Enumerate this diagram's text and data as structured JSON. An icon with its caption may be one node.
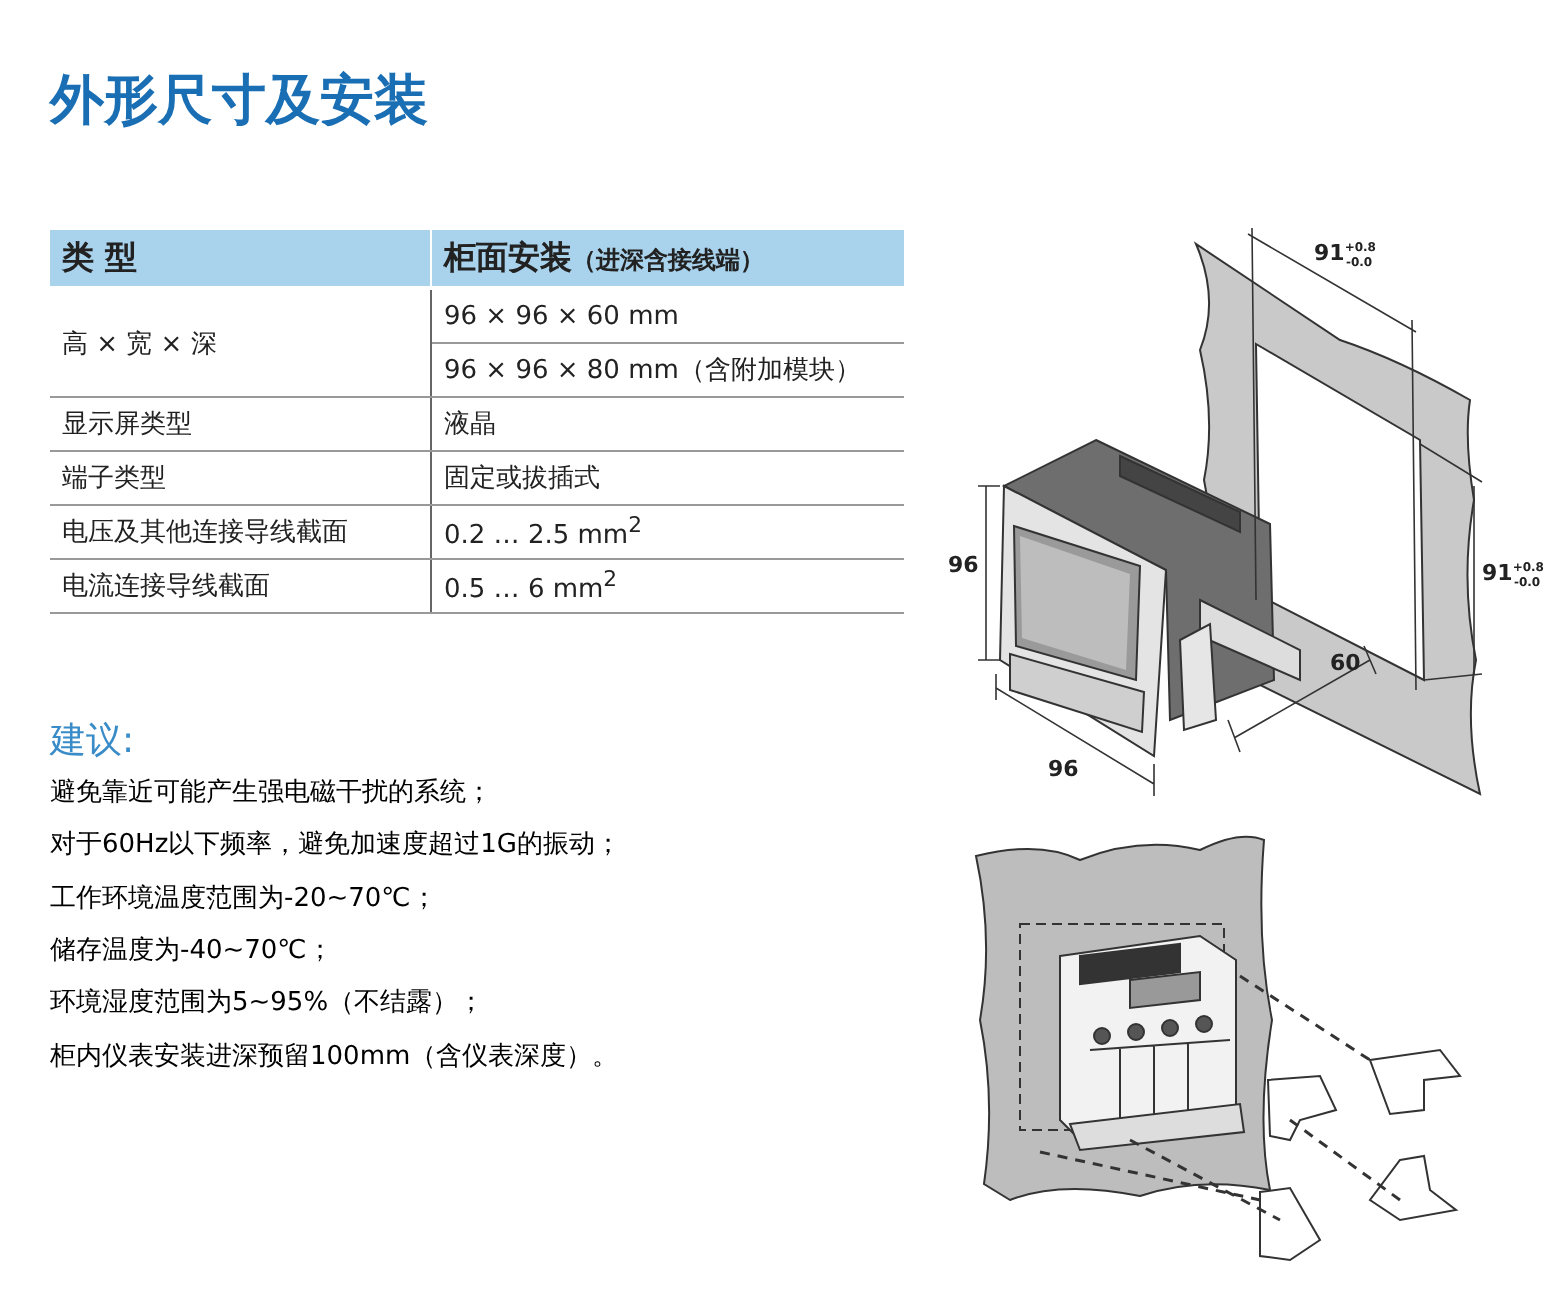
{
  "diagram": {
    "title": "外形尺寸及安装",
    "labels": [
      "类 型",
      "**柜面安装**（进深含接线端）",
      "高 × 宽 × 深",
      "96 × 96 × 60 mm",
      "96 × 96 × 80 mm（含附加模块）",
      "显示屏类型",
      "液晶",
      "端子类型",
      "固定或拔插式",
      "电压及其他连接导线截面",
      "0.2 … 2.5 mm$^{2}$",
      "电流连接导线截面",
      "0.5 … 6 mm$^{2}$",
      "建议:",
      "避免靠近可能产生强电磁干扰的系统；",
      "对于60Hz以下频率，避免加速度超过1G的振动；",
      "工作环境温度范围为-20~70℃；",
      "储存温度为-40~70℃；",
      "环境湿度范围为5~95%（不结露）；",
      "柜内仪表安装进深预留100mm（含仪表深度）。",
      "91$^{+0.8}$$_{-0.0}$",
      "96",
      "96",
      "60",
      "91$^{+0.8}$$_{-0.0}$"
    ]
  }
}
